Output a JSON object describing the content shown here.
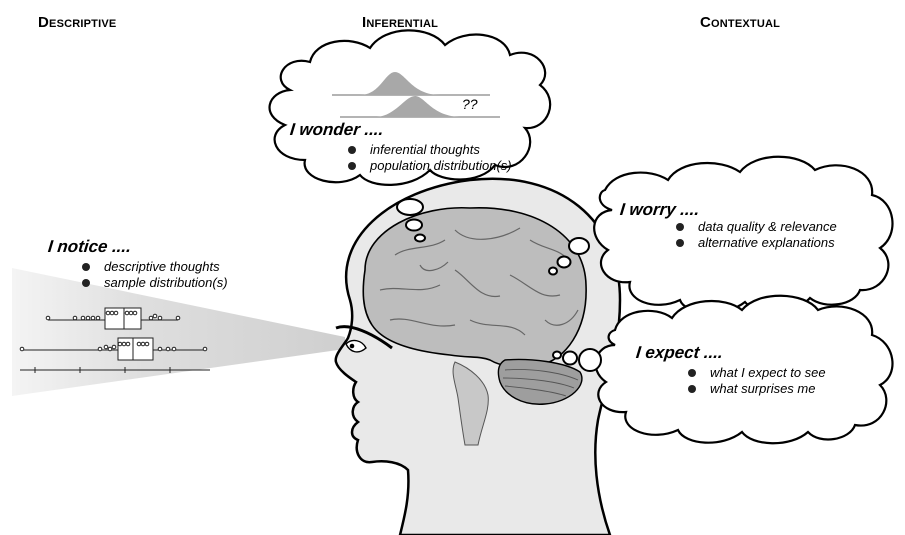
{
  "headings": {
    "descriptive": "Descriptive",
    "inferential": "Inferential",
    "contextual": "Contextual"
  },
  "bubbles": {
    "notice": {
      "title": "I notice ....",
      "bullets": [
        "descriptive thoughts",
        "sample distribution(s)"
      ]
    },
    "wonder": {
      "title": "I wonder ....",
      "bullets": [
        "inferential thoughts",
        "population distribution(s)"
      ],
      "annotation": "??"
    },
    "worry": {
      "title": "I worry ....",
      "bullets": [
        "data quality & relevance",
        "alternative explanations"
      ]
    },
    "expect": {
      "title": "I expect ....",
      "bullets": [
        "what I expect to see",
        "what surprises me"
      ]
    }
  },
  "colors": {
    "cloud_stroke": "#000000",
    "brain_fill": "#b9b9b9",
    "cerebellum_fill": "#9a9a9a",
    "head_fill": "#e9e9e9",
    "cone_fill": "#dcdcdc",
    "distribution_fill": "#a8a8a8"
  },
  "icons": [
    "brain-icon",
    "head-silhouette-icon",
    "eye-icon",
    "boxplot-icon",
    "distribution-curve-icon"
  ]
}
